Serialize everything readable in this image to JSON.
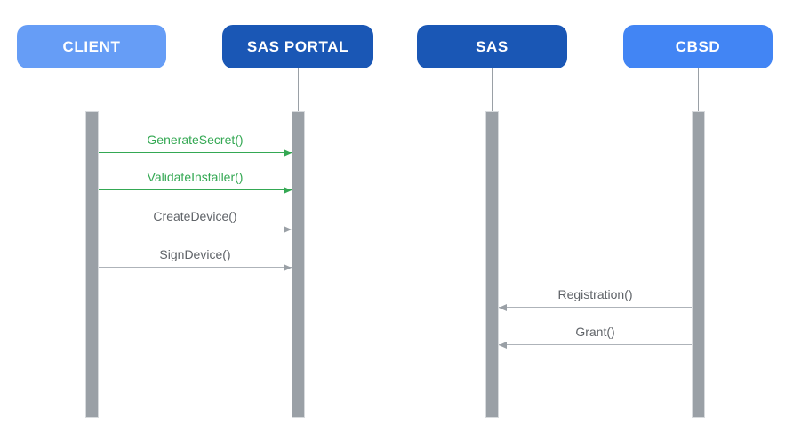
{
  "colors": {
    "background": "#FFFFFF",
    "actor_light_blue": "#669DF6",
    "actor_dark_blue": "#1A57B5",
    "actor_medium_blue": "#4285F4",
    "actor_label_text": "#FFFFFF",
    "message_green": "#34A853",
    "message_gray_text": "#5F6368",
    "message_gray_line": "#AEB3B9",
    "lifeline_gray": "#9AA0A6"
  },
  "actors": [
    {
      "label": "CLIENT",
      "color": "#669DF6"
    },
    {
      "label": "SAS PORTAL",
      "color": "#1A57B5"
    },
    {
      "label": "SAS",
      "color": "#1A57B5"
    },
    {
      "label": "CBSD",
      "color": "#4285F4"
    }
  ],
  "messages": [
    {
      "label": "GenerateSecret()",
      "from": "CLIENT",
      "to": "SAS PORTAL",
      "direction": "right",
      "color": "#34A853"
    },
    {
      "label": "ValidateInstaller()",
      "from": "CLIENT",
      "to": "SAS PORTAL",
      "direction": "right",
      "color": "#34A853"
    },
    {
      "label": "CreateDevice()",
      "from": "CLIENT",
      "to": "SAS PORTAL",
      "direction": "right",
      "color": "#5F6368"
    },
    {
      "label": "SignDevice()",
      "from": "CLIENT",
      "to": "SAS PORTAL",
      "direction": "right",
      "color": "#5F6368"
    },
    {
      "label": "Registration()",
      "from": "CBSD",
      "to": "SAS",
      "direction": "left",
      "color": "#5F6368"
    },
    {
      "label": "Grant()",
      "from": "CBSD",
      "to": "SAS",
      "direction": "left",
      "color": "#5F6368"
    }
  ]
}
